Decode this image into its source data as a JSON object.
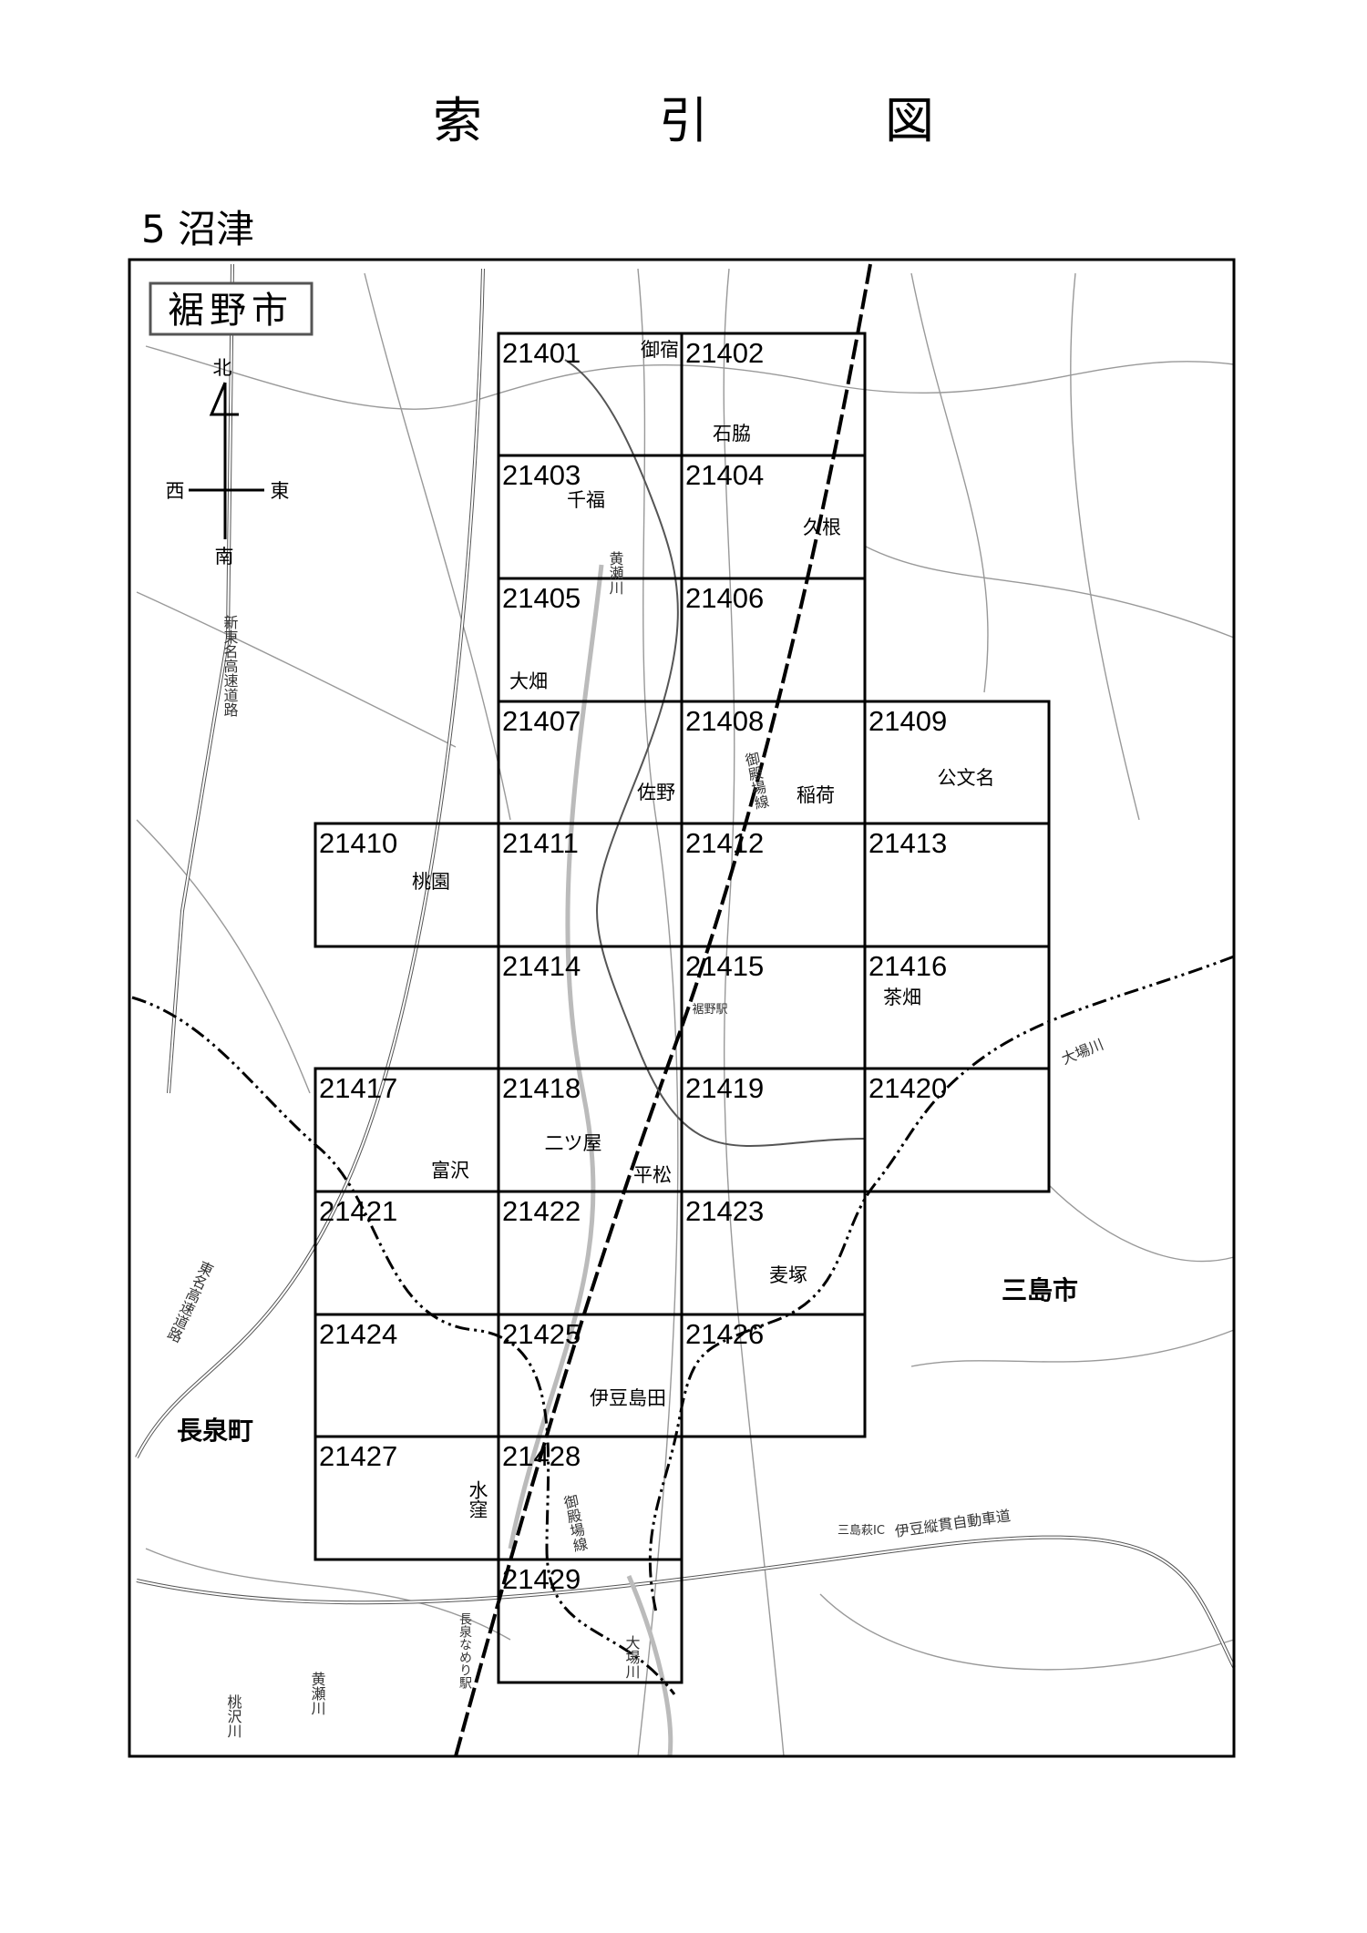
{
  "title": "索　引　図",
  "subtitle": "5  沼津",
  "city_label": "裾野市",
  "compass": {
    "north": "北",
    "south": "南",
    "east": "東",
    "west": "西"
  },
  "sheets": [
    "21401",
    "21402",
    "21403",
    "21404",
    "21405",
    "21406",
    "21407",
    "21408",
    "21409",
    "21410",
    "21411",
    "21412",
    "21413",
    "21414",
    "21415",
    "21416",
    "21417",
    "21418",
    "21419",
    "21420",
    "21421",
    "21422",
    "21423",
    "21424",
    "21425",
    "21426",
    "21427",
    "21428",
    "21429"
  ],
  "places": {
    "mishuku": "御宿",
    "ishiwaki": "石脇",
    "senpuku": "千福",
    "kune": "久根",
    "ohata": "大畑",
    "sano": "佐野",
    "inari": "稲荷",
    "kumonmyo": "公文名",
    "momozono": "桃園",
    "chabatake": "茶畑",
    "tomizawa": "富沢",
    "futatsuya": "二ツ屋",
    "hiramatsu": "平松",
    "mugitsuka": "麦塚",
    "izushimada": "伊豆島田",
    "mizukubo": "水窪"
  },
  "municipalities": {
    "mishima": "三島市",
    "nagaizumi": "長泉町"
  },
  "features": {
    "kisegawa": "黄瀬川",
    "kisegawa_south": "黄瀬川",
    "gotemba_line": "御殿場線",
    "gotemba_line_south": "御殿場線",
    "susono_station": "裾野駅",
    "oba_river": "大場川",
    "oba_river_south": "大場川",
    "shin_tomei": "新東名高速道路",
    "tomei": "東名高速道路",
    "mishima_hagi_ic": "三島萩IC",
    "izu_jukan": "伊豆縦貫自動車道",
    "nagaizumi_nameri_station": "長泉なめり駅",
    "momosawa_river": "桃沢川"
  }
}
